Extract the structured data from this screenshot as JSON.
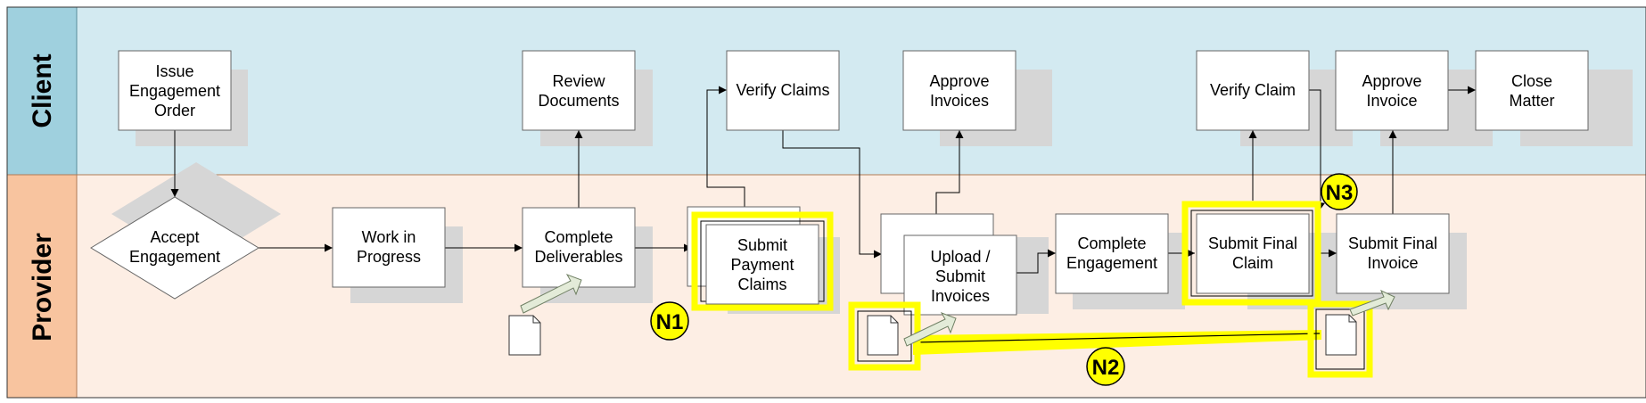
{
  "lanes": [
    {
      "id": "client",
      "label": "Client",
      "band_color": "#9fd0de",
      "body_color": "#d3eaf1"
    },
    {
      "id": "provider",
      "label": "Provider",
      "band_color": "#f8c49f",
      "body_color": "#fdeee4"
    }
  ],
  "nodes": {
    "issue_engagement_order": [
      "Issue",
      "Engagement",
      "Order"
    ],
    "review_documents": [
      "Review",
      "Documents"
    ],
    "verify_claims": [
      "Verify Claims"
    ],
    "approve_invoices": [
      "Approve",
      "Invoices"
    ],
    "verify_claim": [
      "Verify Claim"
    ],
    "approve_invoice": [
      "Approve",
      "Invoice"
    ],
    "close_matter": [
      "Close",
      "Matter"
    ],
    "accept_engagement": [
      "Accept",
      "Engagement"
    ],
    "work_in_progress": [
      "Work in",
      "Progress"
    ],
    "complete_deliverables": [
      "Complete",
      "Deliverables"
    ],
    "submit_payment_claims": [
      "Submit",
      "Payment",
      "Claims"
    ],
    "upload_submit_invoices": [
      "Upload /",
      "Submit",
      "Invoices"
    ],
    "complete_engagement": [
      "Complete",
      "Engagement"
    ],
    "submit_final_claim": [
      "Submit Final",
      "Claim"
    ],
    "submit_final_invoice": [
      "Submit Final",
      "Invoice"
    ]
  },
  "markers": {
    "n1": "N1",
    "n2": "N2",
    "n3": "N3"
  },
  "colors": {
    "highlight": "#ffff00",
    "shadow": "#d6d6d6",
    "doc_arrow_fill": "#e3ebd8",
    "doc_arrow_stroke": "#6f7f63"
  }
}
